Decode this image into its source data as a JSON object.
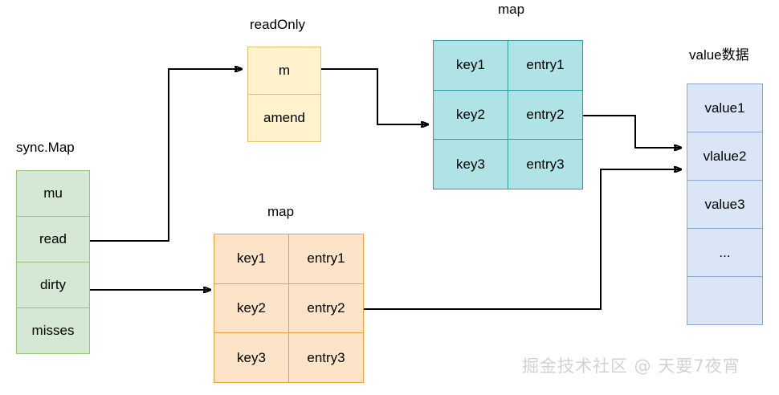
{
  "diagram": {
    "title_watermark": "掘金技术社区 @ 天要7夜宵",
    "labels": {
      "sync_map": "sync.Map",
      "read_only": "readOnly",
      "map_read": "map",
      "map_dirty": "map",
      "value_data": "value数据"
    },
    "colors": {
      "green_fill": "#d5e8d4",
      "green_stroke": "#9ac27e",
      "yellow_fill": "#fff2cc",
      "yellow_stroke": "#e3c268",
      "teal_fill": "#b0e3e6",
      "teal_stroke": "#2f9aa0",
      "orange_fill": "#fde4c8",
      "orange_stroke": "#e8a33d",
      "blue_fill": "#dae5f5",
      "blue_stroke": "#8ba6d4",
      "arrow_stroke": "#000000",
      "watermark": "#d2d2d2"
    },
    "sync_map_fields": [
      {
        "name": "mu"
      },
      {
        "name": "read"
      },
      {
        "name": "dirty"
      },
      {
        "name": "misses"
      }
    ],
    "read_only_fields": [
      {
        "name": "m"
      },
      {
        "name": "amend"
      }
    ],
    "read_map_rows": [
      {
        "key": "key1",
        "entry": "entry1"
      },
      {
        "key": "key2",
        "entry": "entry2"
      },
      {
        "key": "key3",
        "entry": "entry3"
      }
    ],
    "dirty_map_rows": [
      {
        "key": "key1",
        "entry": "entry1"
      },
      {
        "key": "key2",
        "entry": "entry2"
      },
      {
        "key": "key3",
        "entry": "entry3"
      }
    ],
    "value_cells": [
      {
        "name": "value1"
      },
      {
        "name": "vlalue2"
      },
      {
        "name": "value3"
      },
      {
        "name": "..."
      },
      {
        "name": ""
      }
    ],
    "connections": [
      {
        "from": "sync.Map.read",
        "to": "readOnly.m"
      },
      {
        "from": "readOnly.m",
        "to": "map(read).key2"
      },
      {
        "from": "sync.Map.dirty",
        "to": "map(dirty).key1"
      },
      {
        "from": "map(read).entry2",
        "to": "value.vlalue2"
      },
      {
        "from": "map(dirty).entry2",
        "to": "value.vlalue2"
      }
    ]
  }
}
